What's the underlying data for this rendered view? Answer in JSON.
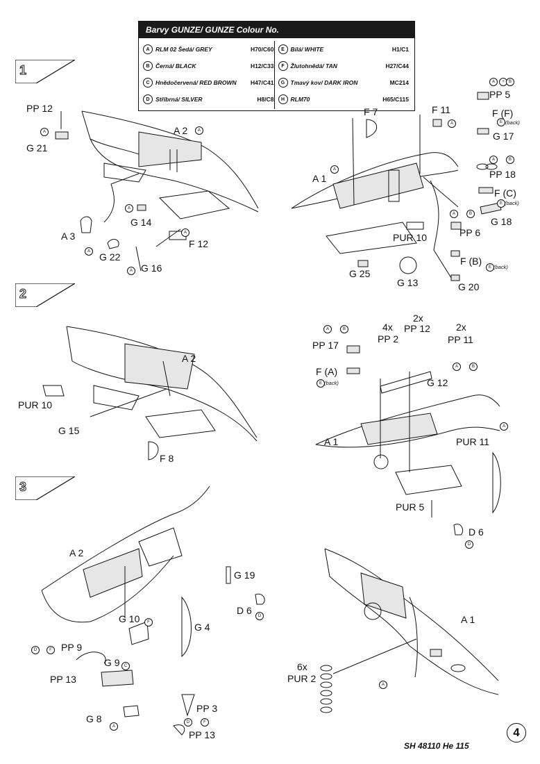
{
  "legend": {
    "title": "Barvy GUNZE/ GUNZE Colour No.",
    "left": [
      {
        "key": "A",
        "name": "RLM 02 Šedá/ GREY",
        "code": "H70/C60"
      },
      {
        "key": "B",
        "name": "Černá/ BLACK",
        "code": "H12/C33"
      },
      {
        "key": "C",
        "name": "Hnědočervená/ RED BROWN",
        "code": "H47/C41"
      },
      {
        "key": "D",
        "name": "Stříbrná/ SILVER",
        "code": "H8/C8"
      }
    ],
    "right": [
      {
        "key": "E",
        "name": "Bílá/ WHITE",
        "code": "H1/C1"
      },
      {
        "key": "F",
        "name": "Žlutohnědá/ TAN",
        "code": "H27/C44"
      },
      {
        "key": "G",
        "name": "Tmavý kov/ DARK IRON",
        "code": "MC214"
      },
      {
        "key": "H",
        "name": "RLM70",
        "code": "H65/C115"
      }
    ]
  },
  "steps": [
    "1",
    "2",
    "3"
  ],
  "labels": {
    "s1": {
      "pp12": "PP 12",
      "g21": "G 21",
      "a2": "A 2",
      "g14": "G 14",
      "a3": "A 3",
      "g22": "G 22",
      "f12": "F 12",
      "g16": "G 16"
    },
    "s1r": {
      "f7": "F 7",
      "f11": "F 11",
      "a1": "A 1",
      "pp5": "PP 5",
      "ff": "F (F)",
      "back1": "(back)",
      "g17": "G 17",
      "pp18": "PP 18",
      "fc": "F (C)",
      "back2": "(back)",
      "g18": "G 18",
      "pp6": "PP 6",
      "fb": "F (B)",
      "back3": "(back)",
      "g20": "G 20",
      "pur10": "PUR 10",
      "g25": "G 25",
      "g13": "G 13"
    },
    "s2": {
      "a2": "A 2",
      "pur10": "PUR 10",
      "g15": "G 15",
      "f8": "F 8"
    },
    "s2r": {
      "x2a": "2x",
      "x4": "4x",
      "x2b": "2x",
      "pp17": "PP 17",
      "pp2": "PP 2",
      "pp12": "PP 12",
      "pp11": "PP 11",
      "fa": "F (A)",
      "back4": "(back)",
      "g12": "G 12",
      "a1": "A 1",
      "pur11": "PUR 11",
      "pur5": "PUR 5",
      "d6": "D 6"
    },
    "s3": {
      "a2": "A 2",
      "g19": "G 19",
      "d6": "D 6",
      "g4": "G 4",
      "g10": "G 10",
      "pp9": "PP 9",
      "g9": "G 9",
      "pp13a": "PP 13",
      "g8": "G 8",
      "pp3": "PP 3",
      "pp13b": "PP 13"
    },
    "s3r": {
      "a1": "A 1",
      "x6": "6x",
      "pur2": "PUR 2"
    }
  },
  "paint_keys": {
    "A": "A",
    "B": "B",
    "C": "C",
    "D": "D",
    "E": "E",
    "F": "F",
    "plus": "+"
  },
  "footer": {
    "code": "SH 48110 He 115",
    "page": "4"
  }
}
